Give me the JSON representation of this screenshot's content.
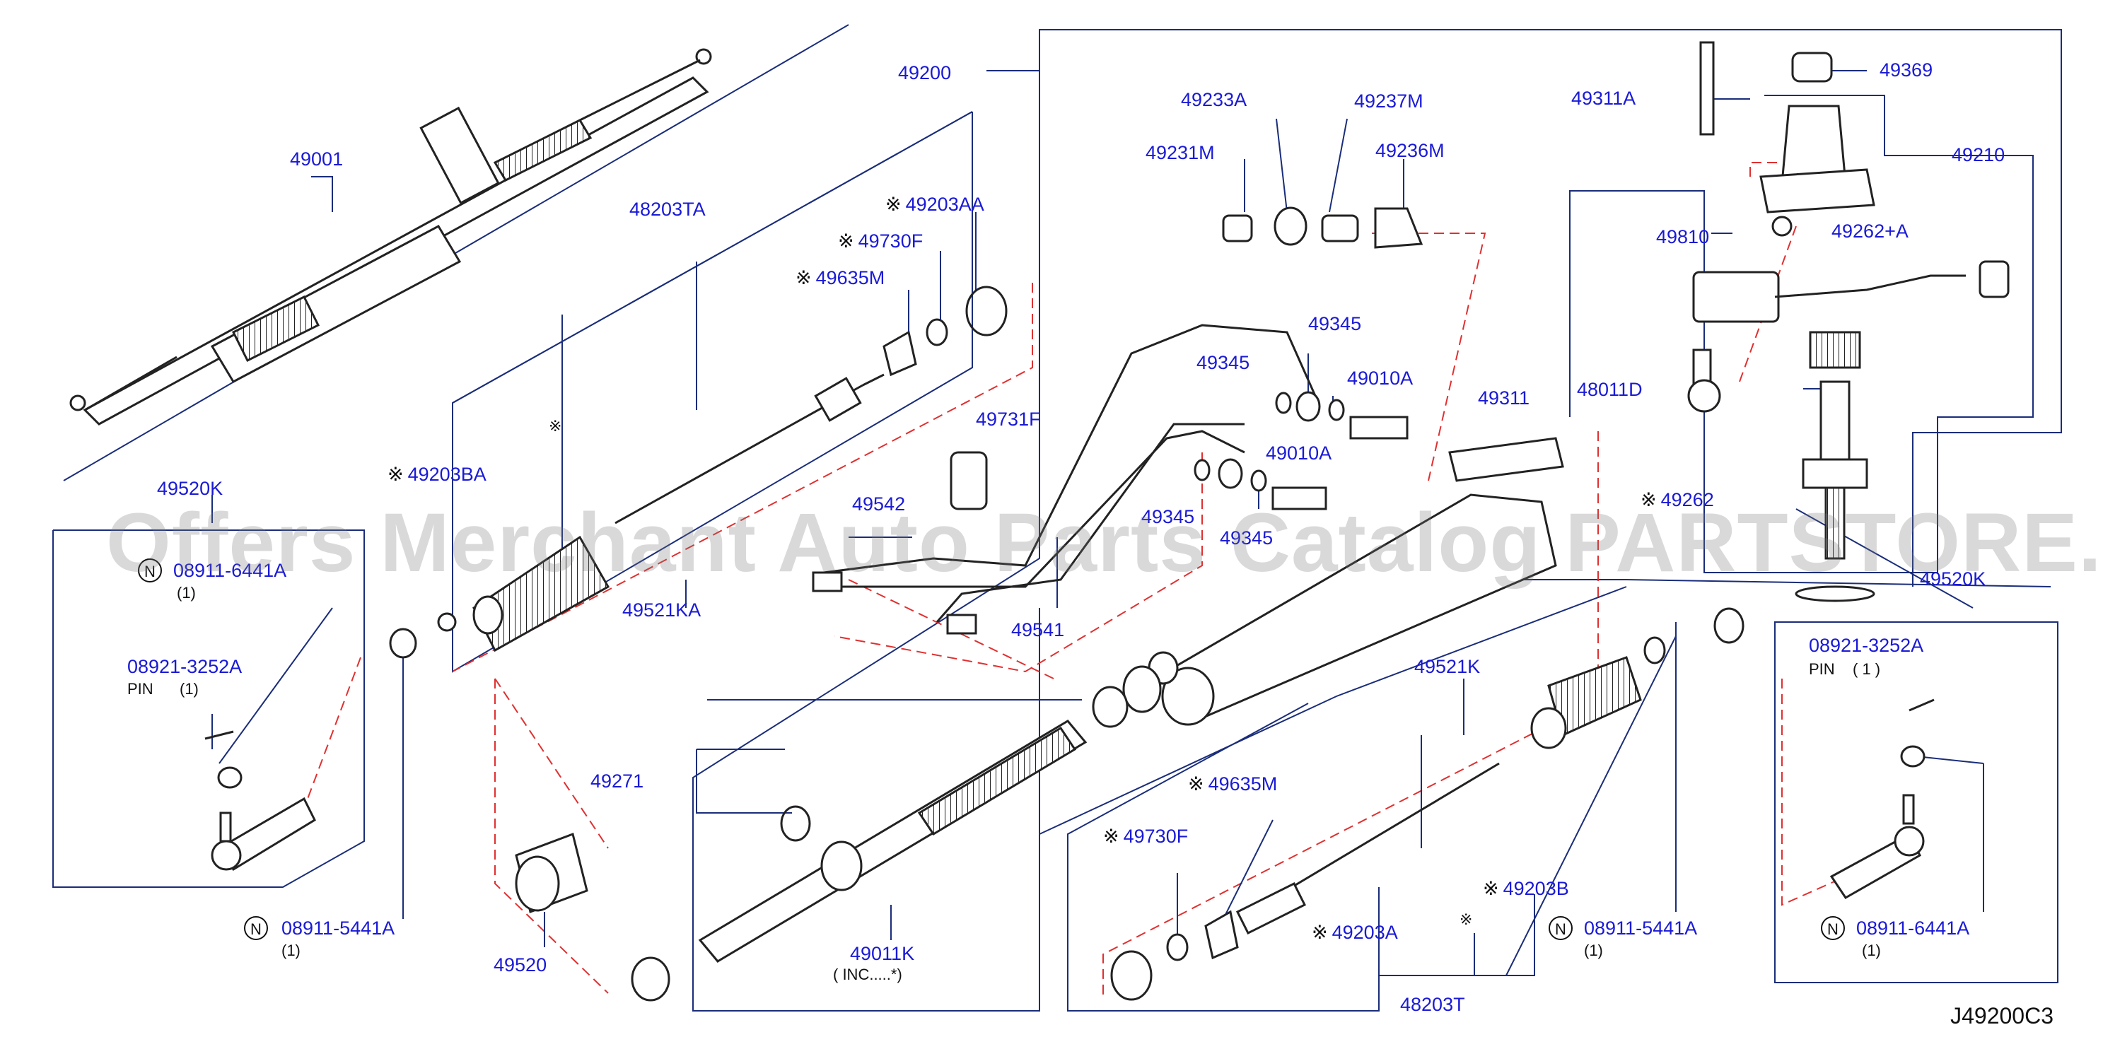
{
  "diagram": {
    "code": "J49200C3",
    "watermark": "Offers Merchant Auto Parts Catalog PARTSTORE.SA",
    "colors": {
      "label": "#1a1ad6",
      "leader": "#1a2d7a",
      "dashed": "#e03030",
      "part": "#222222"
    },
    "labels": {
      "p49001": "49001",
      "p48203TA": "48203TA",
      "p49200": "49200",
      "p49203AA": "49203AA",
      "p49730F_top": "49730F",
      "p49635M_top": "49635M",
      "p49203BA": "49203BA",
      "p49520K_left": "49520K",
      "p08911_6441A_left": "08911-6441A",
      "p08921_3252A_left": "08921-3252A",
      "p49521KA": "49521KA",
      "p08911_5441A_left": "08911-5441A",
      "p49520": "49520",
      "p49271": "49271",
      "p49011K": "49011K",
      "p49542": "49542",
      "p49541": "49541",
      "p49731F": "49731F",
      "p49345_a": "49345",
      "p49345_b": "49345",
      "p49345_c": "49345",
      "p49345_d": "49345",
      "p49010A_a": "49010A",
      "p49010A_b": "49010A",
      "p49233A": "49233A",
      "p49231M": "49231M",
      "p49237M": "49237M",
      "p49236M": "49236M",
      "p49311": "49311",
      "p49311A": "49311A",
      "p49369": "49369",
      "p49210": "49210",
      "p49810": "49810",
      "p49262A": "49262+A",
      "p48011D": "48011D",
      "p49262": "49262",
      "p49520K_right": "49520K",
      "p08921_3252A_right": "08921-3252A",
      "p08911_6441A_right": "08911-6441A",
      "p49521K": "49521K",
      "p49635M_bot": "49635M",
      "p49730F_bot": "49730F",
      "p49203A": "49203A",
      "p49203B": "49203B",
      "p08911_5441A_right": "08911-5441A",
      "p48203T": "48203T"
    },
    "subtexts": {
      "qty1": "(1)",
      "pin_left": "PIN",
      "pin_right": "PIN",
      "pin_qty_right": "(   1   )",
      "inc": "(   INC.....*)",
      "n_symbol": "N",
      "ref_mark": "※"
    }
  }
}
